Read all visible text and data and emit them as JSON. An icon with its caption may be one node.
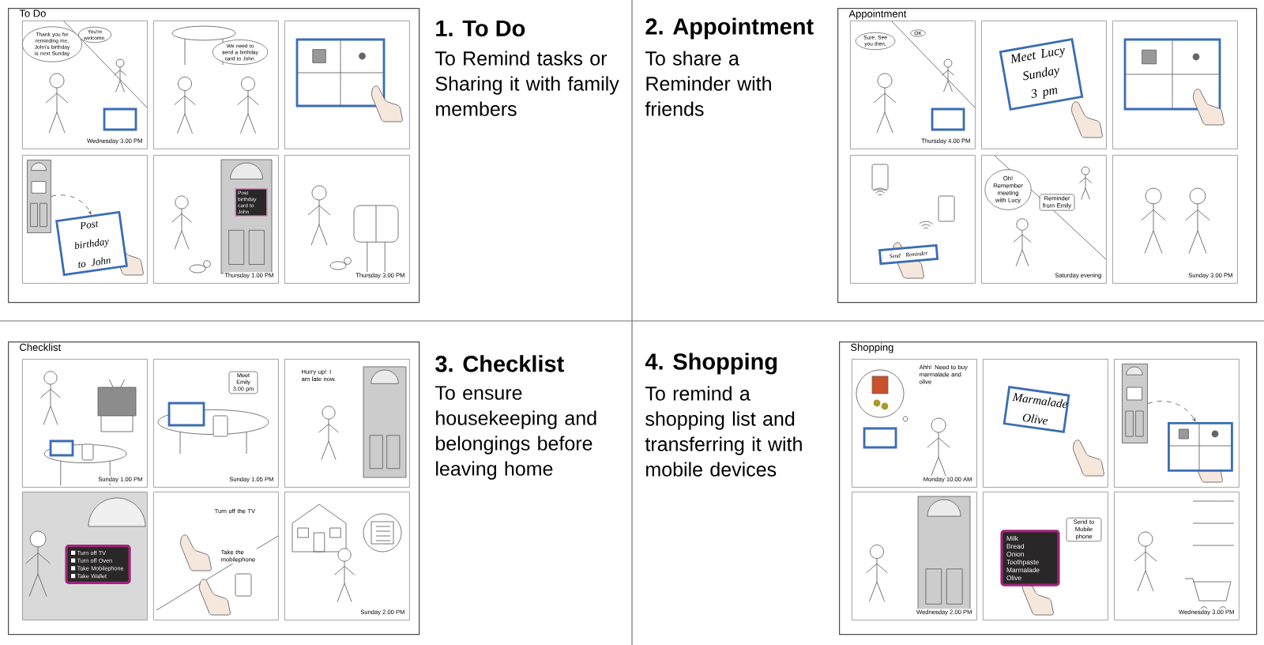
{
  "diagram": {
    "nodes": [
      {
        "text": [
          "To Do"
        ]
      },
      {
        "text": [
          "Wednesday 3.00 PM"
        ],
        "in": 0
      },
      {
        "text": [
          "Thank you for reminding me, John's birthday is next Sunday"
        ],
        "in": 1
      },
      {
        "text": [
          "You're welcome."
        ],
        "in": 1
      },
      {
        "text": [],
        "shape": "box",
        "in": 0
      },
      {
        "text": [
          "We need to send a birthday card to John."
        ],
        "in": 4
      },
      {
        "text": [],
        "shape": "box",
        "in": 0
      },
      {
        "text": [],
        "shape": "box",
        "in": 0
      },
      {
        "text": [
          "Post birthday to John"
        ],
        "in": 7
      },
      {
        "text": [
          "Thursday 1.00 PM"
        ],
        "in": 0
      },
      {
        "text": [
          "Post birthday card to John"
        ],
        "in": 9
      },
      {
        "text": [
          "Thursday 3.00 PM"
        ],
        "in": 0
      },
      {
        "text": [
          "Appointment"
        ]
      },
      {
        "text": [
          "Thursday 4.00 PM"
        ],
        "in": 12
      },
      {
        "text": [
          "Sure, See you then."
        ],
        "in": 13
      },
      {
        "text": [
          "OK"
        ],
        "in": 13
      },
      {
        "text": [],
        "shape": "box",
        "in": 12
      },
      {
        "text": [
          "Meet Lucy Sunday 3 pm"
        ],
        "in": 16
      },
      {
        "text": [],
        "shape": "box",
        "in": 12
      },
      {
        "text": [],
        "shape": "box",
        "in": 12
      },
      {
        "text": [
          "Send Reminder"
        ],
        "in": 19
      },
      {
        "text": [
          "Saturday evening"
        ],
        "in": 12
      },
      {
        "text": [
          "Oh! Remember meeting with Lucy"
        ],
        "in": 21
      },
      {
        "text": [
          "Reminder from Emily"
        ],
        "in": 21
      },
      {
        "text": [
          "Sunday 3.00 PM"
        ],
        "in": 12
      },
      {
        "text": [
          "Checklist"
        ]
      },
      {
        "text": [
          "Sunday 1.00 PM"
        ],
        "in": 25
      },
      {
        "text": [
          "Sunday 1.05 PM"
        ],
        "in": 25
      },
      {
        "text": [
          "Meet Emily 3.00 pm"
        ],
        "in": 27
      },
      {
        "text": [
          "Hurry up! I am late now."
        ],
        "in": 25
      },
      {
        "text": [],
        "shape": "box",
        "in": 25
      },
      {
        "text": [
          "Turn off TV",
          "Turn off Oven",
          "Take Mobilephone",
          "Take Wallet"
        ],
        "in": 30
      },
      {
        "text": [
          "Turn off the TV",
          "Take the mobilephone"
        ],
        "in": 25
      },
      {
        "text": [
          "Sunday 2.00 PM"
        ],
        "in": 25
      },
      {
        "text": [
          "Shopping"
        ]
      },
      {
        "text": [
          "Ahh! Need to buy marmalade and olive",
          "Monday 10.00 AM"
        ],
        "in": 34
      },
      {
        "text": [],
        "shape": "box",
        "in": 34
      },
      {
        "text": [
          "Marmalade Olive"
        ],
        "in": 36
      },
      {
        "text": [],
        "shape": "box",
        "in": 34
      },
      {
        "text": [
          "Wednesday 2.00 PM"
        ],
        "in": 34
      },
      {
        "text": [],
        "shape": "box",
        "in": 34
      },
      {
        "text": [
          "Milk",
          "Bread",
          "Onion",
          "Toothpaste",
          "Marmalade",
          "Olive"
        ],
        "in": 40
      },
      {
        "text": [
          "Send to Mobile phone"
        ],
        "in": 40
      },
      {
        "text": [
          "Wednesday 3.00 PM"
        ],
        "in": 34
      },
      {
        "text": [],
        "shape": "door",
        "in": 7
      },
      {
        "text": [],
        "shape": "door",
        "in": 38
      },
      {
        "text": [],
        "shape": "tablet",
        "in": 38
      }
    ],
    "edges": [
      {
        "from": 44,
        "to": 8,
        "arrow": "to",
        "style": "dashed"
      },
      {
        "from": 45,
        "to": 46,
        "arrow": "to",
        "style": "dashed"
      }
    ],
    "labels": [
      "1. To Do",
      "To Remind tasks or Sharing it with family members",
      "2. Appointment",
      "To share a Reminder with friends",
      "3. Checklist",
      "To ensure housekeeping and belongings before leaving home",
      "4. Shopping",
      "To remind a shopping list and transferring it with mobile devices"
    ]
  }
}
